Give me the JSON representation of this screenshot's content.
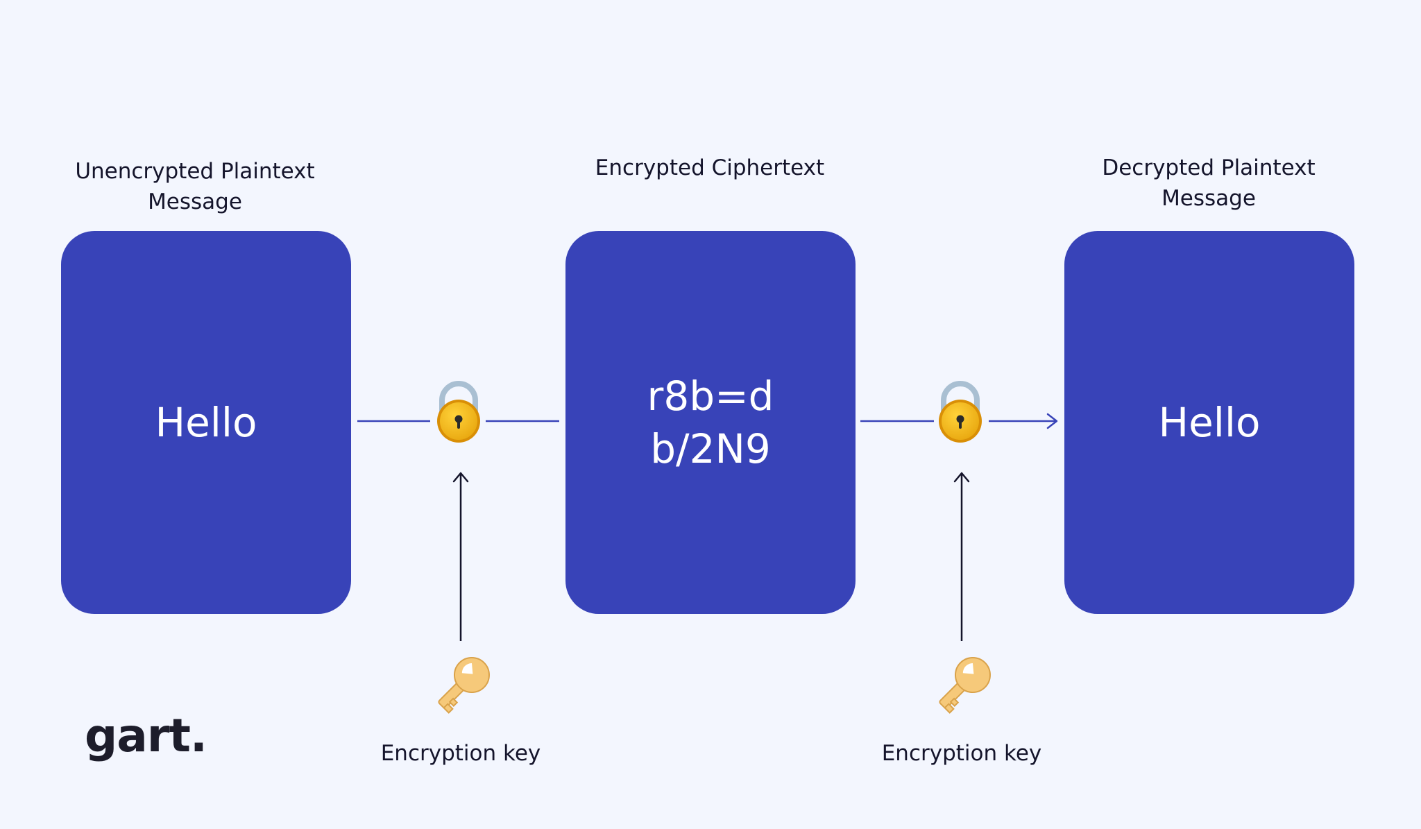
{
  "captions": {
    "plaintext": "Unencrypted Plaintext\nMessage",
    "ciphertext": "Encrypted Ciphertext",
    "decrypted": "Decrypted Plaintext\nMessage"
  },
  "boxes": {
    "plaintext": "Hello",
    "ciphertext": "r8b=d\nb/2N9",
    "decrypted": "Hello"
  },
  "keys": {
    "encrypt_label": "Encryption key",
    "decrypt_label": "Encryption key"
  },
  "logo": "gart.",
  "colors": {
    "background": "#f3f6fe",
    "box": "#3843b8",
    "connector": "#3843b8",
    "arrow": "#14142b",
    "lock_body": "#e9a810",
    "key": "#f6c97a"
  },
  "icons": [
    "padlock-icon",
    "key-icon",
    "arrow-up-icon",
    "arrow-right-icon"
  ]
}
